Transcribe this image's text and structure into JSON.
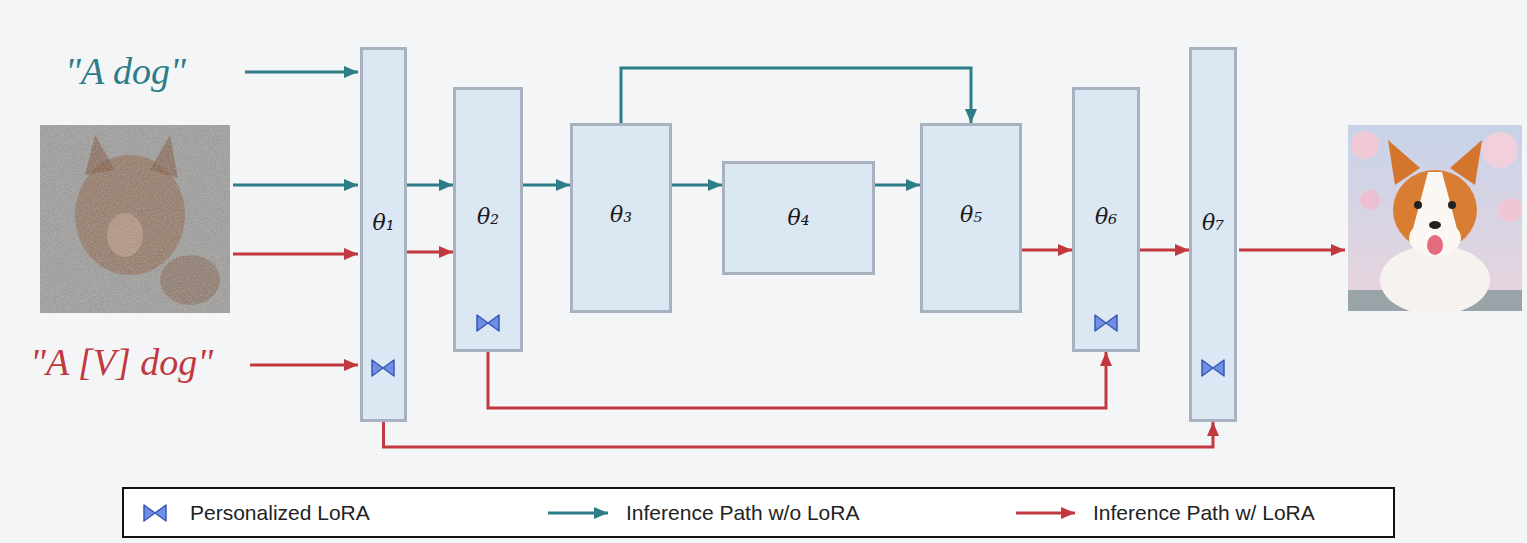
{
  "diagram": {
    "nodes": [
      {
        "text": [
          "θ₁"
        ]
      },
      {
        "text": [
          "θ₂"
        ]
      },
      {
        "text": [
          "θ₃"
        ]
      },
      {
        "text": [
          "θ₄"
        ]
      },
      {
        "text": [
          "θ₅"
        ]
      },
      {
        "text": [
          "θ₆"
        ]
      },
      {
        "text": [
          "θ₇"
        ]
      }
    ],
    "edges": [
      {
        "from": 0,
        "to": 1,
        "arrow": "to"
      },
      {
        "from": 1,
        "to": 2,
        "arrow": "to"
      },
      {
        "from": 2,
        "to": 3,
        "arrow": "to"
      },
      {
        "from": 3,
        "to": 4,
        "arrow": "to"
      },
      {
        "from": 2,
        "to": 4,
        "arrow": "to"
      },
      {
        "from": 0,
        "to": 1,
        "arrow": "to"
      },
      {
        "from": 4,
        "to": 5,
        "arrow": "to"
      },
      {
        "from": 5,
        "to": 6,
        "arrow": "to"
      },
      {
        "from": 1,
        "to": 5,
        "arrow": "to"
      },
      {
        "from": 0,
        "to": 6,
        "arrow": "to"
      }
    ],
    "labels": [
      "\"A dog\"",
      "\"A [V] dog\""
    ],
    "legend": [
      {
        "text": "Personalized LoRA"
      },
      {
        "text": "Inference Path w/o LoRA"
      },
      {
        "text": "Inference Path w/ LoRA"
      }
    ]
  }
}
